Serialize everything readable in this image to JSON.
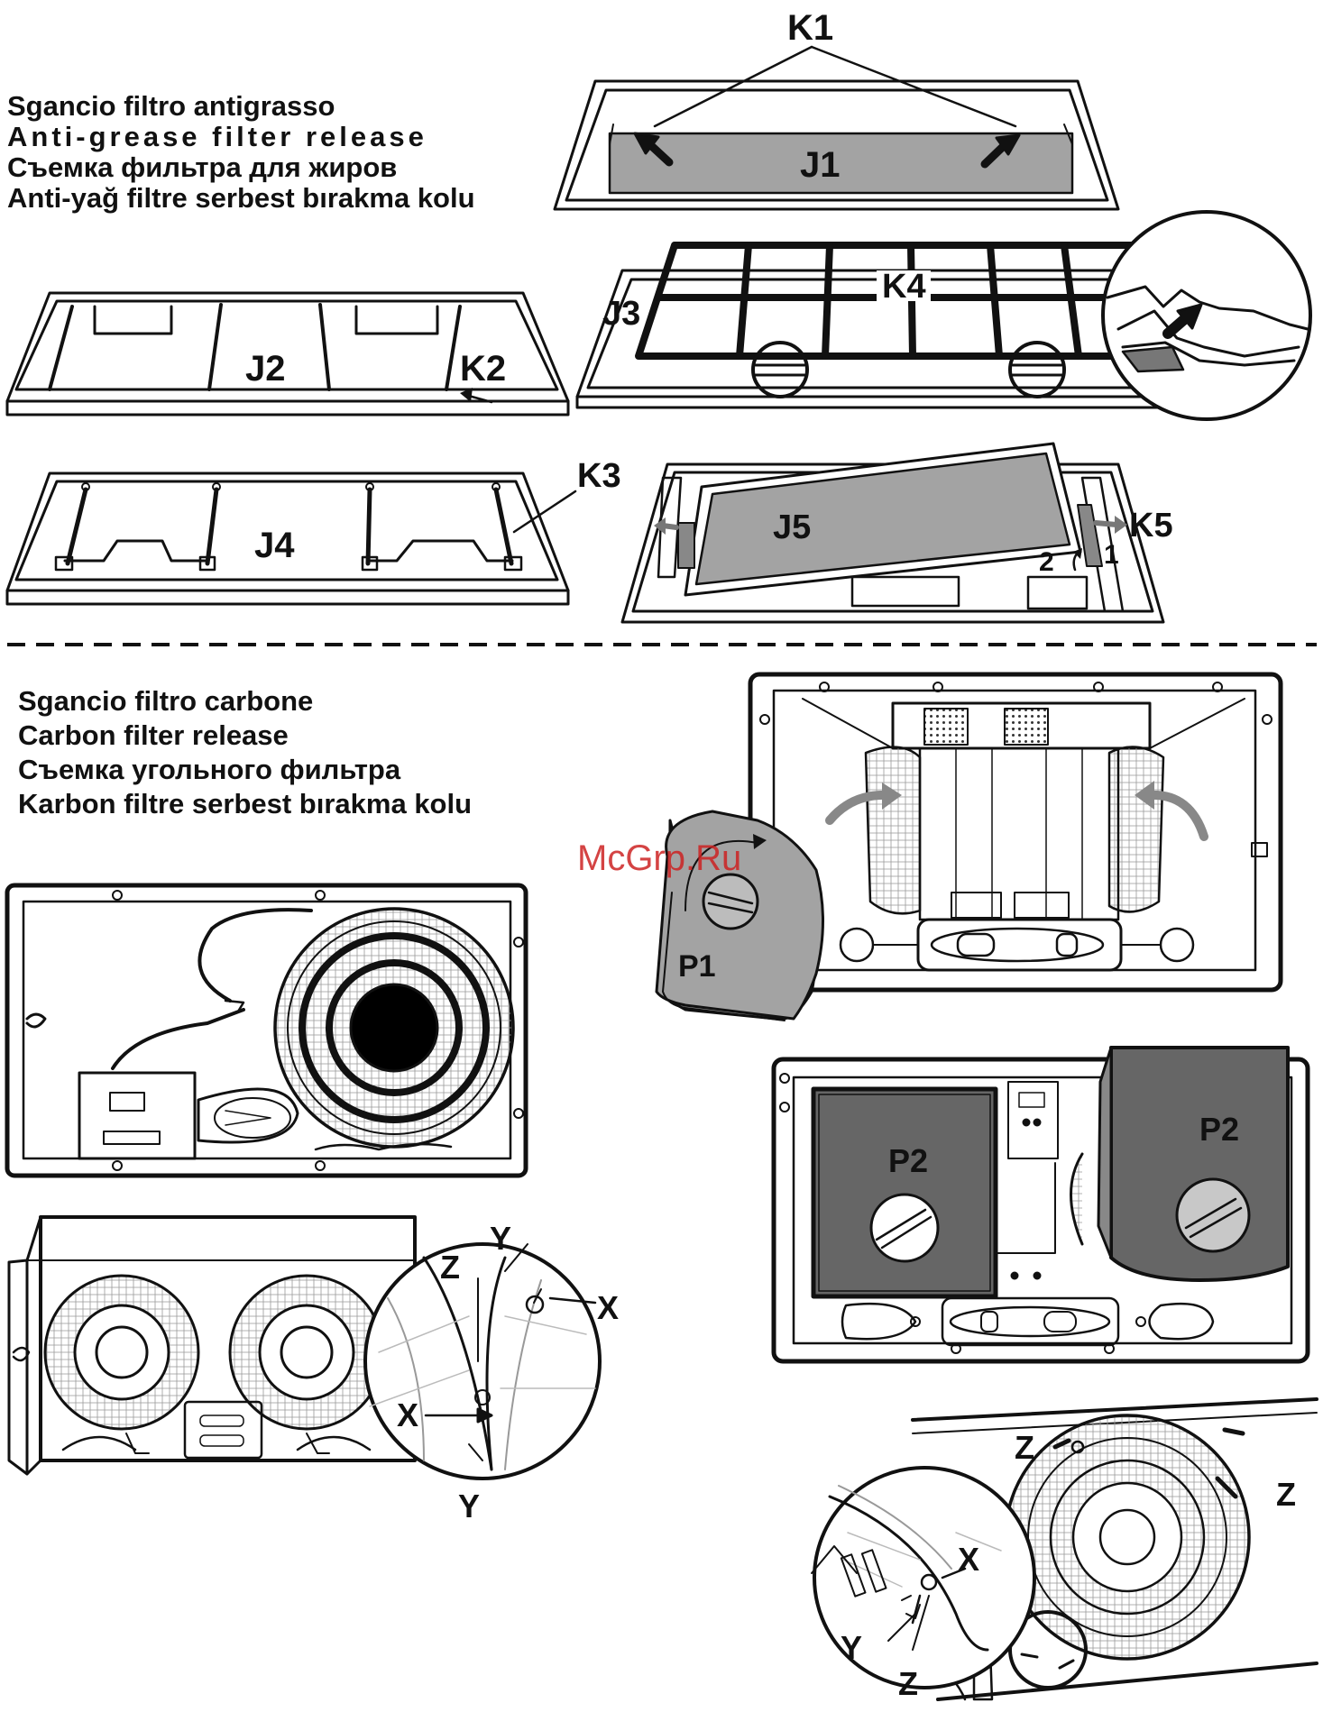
{
  "captions": {
    "grease": [
      "Sgancio filtro antigrasso",
      "Anti-grease filter release",
      "Съемка фильтра для жиров",
      "Anti-yağ filtre serbest bırakma kolu"
    ],
    "carbon": [
      "Sgancio filtro carbone",
      "Carbon filter release",
      "Съемка угольного фильтра",
      "Karbon filtre serbest bırakma kolu"
    ]
  },
  "labels": {
    "k1": "K1",
    "j1": "J1",
    "j2": "J2",
    "k2": "K2",
    "j3": "J3",
    "k4": "K4",
    "j4": "J4",
    "k3": "K3",
    "j5": "J5",
    "k5": "K5",
    "step1": "1",
    "step2": "2",
    "p1": "P1",
    "p2_left": "P2",
    "p2_right": "P2",
    "y_top": "Y",
    "z_left": "Z",
    "x_right": "X",
    "x_left": "X",
    "y_bottom": "Y",
    "z_top": "Z",
    "z_right": "Z",
    "x_detail": "X",
    "y_detail": "Y",
    "z_detail": "Z"
  },
  "watermark": "McGrp.Ru",
  "colors": {
    "line": "#111111",
    "filter_gray": "#a3a3a3",
    "dark_filter": "#666666",
    "medium_filter": "#8a8a8a",
    "watermark": "#cc2222"
  }
}
